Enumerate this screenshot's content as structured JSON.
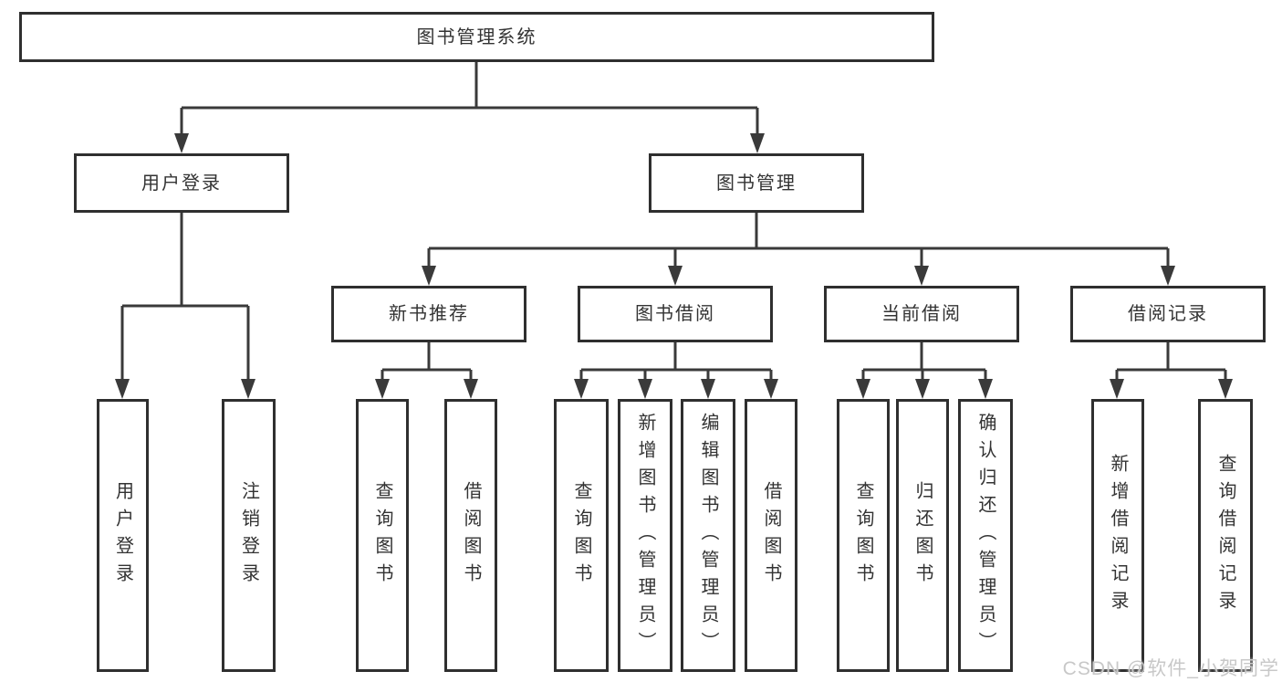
{
  "colors": {
    "line": "#3a3a3a",
    "box_border": "#2f2f2f",
    "text": "#333333",
    "watermark": "#c8c8c8",
    "background": "#ffffff"
  },
  "nodes": {
    "root": "图书管理系统",
    "level2": [
      "用户登录",
      "图书管理"
    ],
    "level3": [
      "新书推荐",
      "图书借阅",
      "当前借阅",
      "借阅记录"
    ],
    "leaves_user_login": [
      "用户登录",
      "注销登录"
    ],
    "leaves_new_book": [
      "查询图书",
      "借阅图书"
    ],
    "leaves_book_borrow": [
      "查询图书",
      "新增图书（管理员）",
      "编辑图书（管理员）",
      "借阅图书"
    ],
    "leaves_current_borrow": [
      "查询图书",
      "归还图书",
      "确认归还（管理员）"
    ],
    "leaves_borrow_record": [
      "新增借阅记录",
      "查询借阅记录"
    ]
  },
  "watermark": "CSDN @软件_小贺同学"
}
